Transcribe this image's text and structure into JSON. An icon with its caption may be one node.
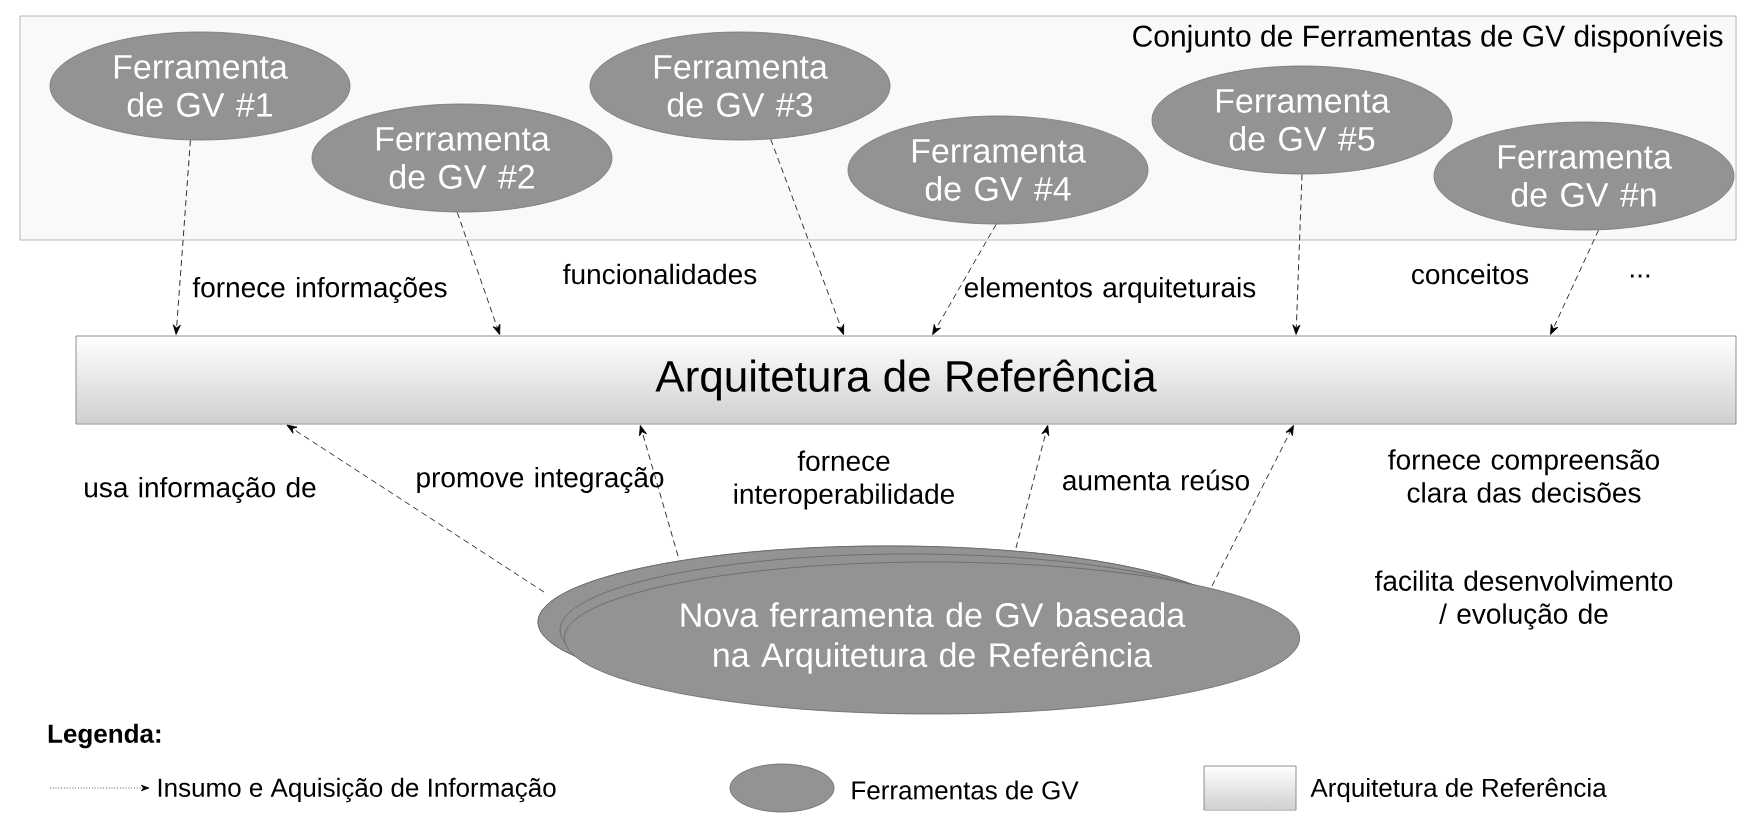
{
  "diagram": {
    "nodes": [
      {
        "text": [
          "Conjunto de Ferramentas de GV disponíveis"
        ]
      },
      {
        "text": [
          "Ferramenta de GV #1"
        ],
        "in": 0
      },
      {
        "text": [
          "Ferramenta de GV #2"
        ],
        "in": 0
      },
      {
        "text": [
          "Ferramenta de GV #3"
        ],
        "in": 0
      },
      {
        "text": [
          "Ferramenta de GV #4"
        ],
        "in": 0
      },
      {
        "text": [
          "Ferramenta de GV #5"
        ],
        "in": 0
      },
      {
        "text": [
          "Ferramenta de GV #n"
        ],
        "in": 0
      },
      {
        "text": [
          "Arquitetura de Referência"
        ]
      },
      {
        "text": [
          "Nova ferramenta de GV baseada na Arquitetura de Referência"
        ]
      }
    ],
    "edges": [
      {
        "from": 1,
        "to": 7,
        "arrow": "to"
      },
      {
        "from": 2,
        "to": 7,
        "arrow": "to"
      },
      {
        "from": 3,
        "to": 7,
        "arrow": "to"
      },
      {
        "from": 4,
        "to": 7,
        "arrow": "to"
      },
      {
        "from": 5,
        "to": 7,
        "arrow": "to"
      },
      {
        "from": 6,
        "to": 7,
        "arrow": "to"
      },
      {
        "from": 8,
        "to": 7,
        "arrow": "to"
      },
      {
        "from": 8,
        "to": 7,
        "arrow": "to"
      },
      {
        "from": 8,
        "to": 7,
        "arrow": "to"
      },
      {
        "from": 8,
        "to": 7,
        "arrow": "to"
      }
    ],
    "labels": [
      "fornece informações",
      "funcionalidades",
      "elementos arquiteturais",
      "conceitos",
      "...",
      "usa informação de",
      "promove integração",
      "fornece interoperabilidade",
      "aumenta reúso",
      "fornece compreensão clara das decisões",
      "facilita desenvolvimento / evolução de",
      "Legenda:"
    ],
    "legend": [
      {
        "text": "Insumo e Aquisição de Informação"
      },
      {
        "text": "Ferramentas de GV",
        "color": "#939393"
      },
      {
        "text": "Arquitetura de Referência",
        "color": "#d0d0d0"
      }
    ]
  }
}
